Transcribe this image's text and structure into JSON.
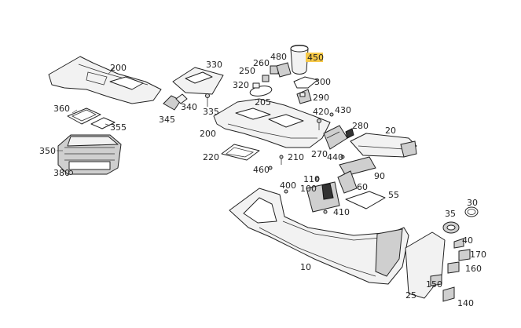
{
  "labels": {
    "l10": "10",
    "l20": "20",
    "l25": "25",
    "l30": "30",
    "l35": "35",
    "l40": "40",
    "l55": "55",
    "l60": "60",
    "l90": "90",
    "l100": "100",
    "l110": "110",
    "l140": "140",
    "l150": "150",
    "l160": "160",
    "l170": "170",
    "l200a": "200",
    "l200b": "200",
    "l205": "205",
    "l210": "210",
    "l220": "220",
    "l250": "250",
    "l260": "260",
    "l270": "270",
    "l280": "280",
    "l290": "290",
    "l300": "300",
    "l320": "320",
    "l330": "330",
    "l335": "335",
    "l340": "340",
    "l345": "345",
    "l350": "350",
    "l355": "355",
    "l360": "360",
    "l380": "380",
    "l400": "400",
    "l410": "410",
    "l420": "420",
    "l430": "430",
    "l440": "440",
    "l450": "450",
    "l460": "460",
    "l480": "480"
  },
  "highlight": {
    "label": "450",
    "color": "#f7c948"
  }
}
